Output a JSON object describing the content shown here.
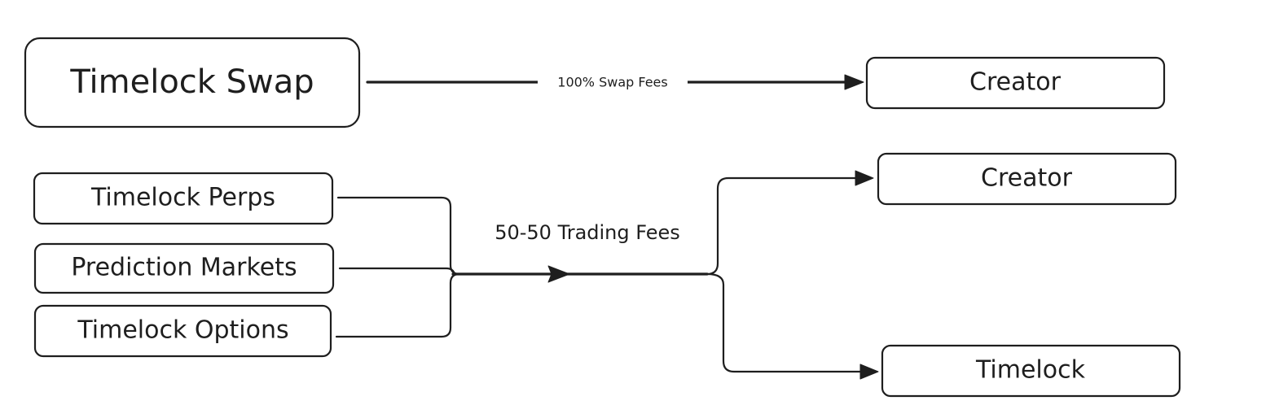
{
  "nodes": {
    "timelock_swap": "Timelock Swap",
    "creator_swap": "Creator",
    "timelock_perps": "Timelock Perps",
    "prediction_markets": "Prediction Markets",
    "timelock_options": "Timelock Options",
    "creator_trading": "Creator",
    "timelock": "Timelock"
  },
  "edges": {
    "swap_fees_label": "100% Swap Fees",
    "trading_fees_label": "50-50 Trading Fees"
  },
  "colors": {
    "stroke": "#1e1e1e",
    "background": "#ffffff"
  }
}
